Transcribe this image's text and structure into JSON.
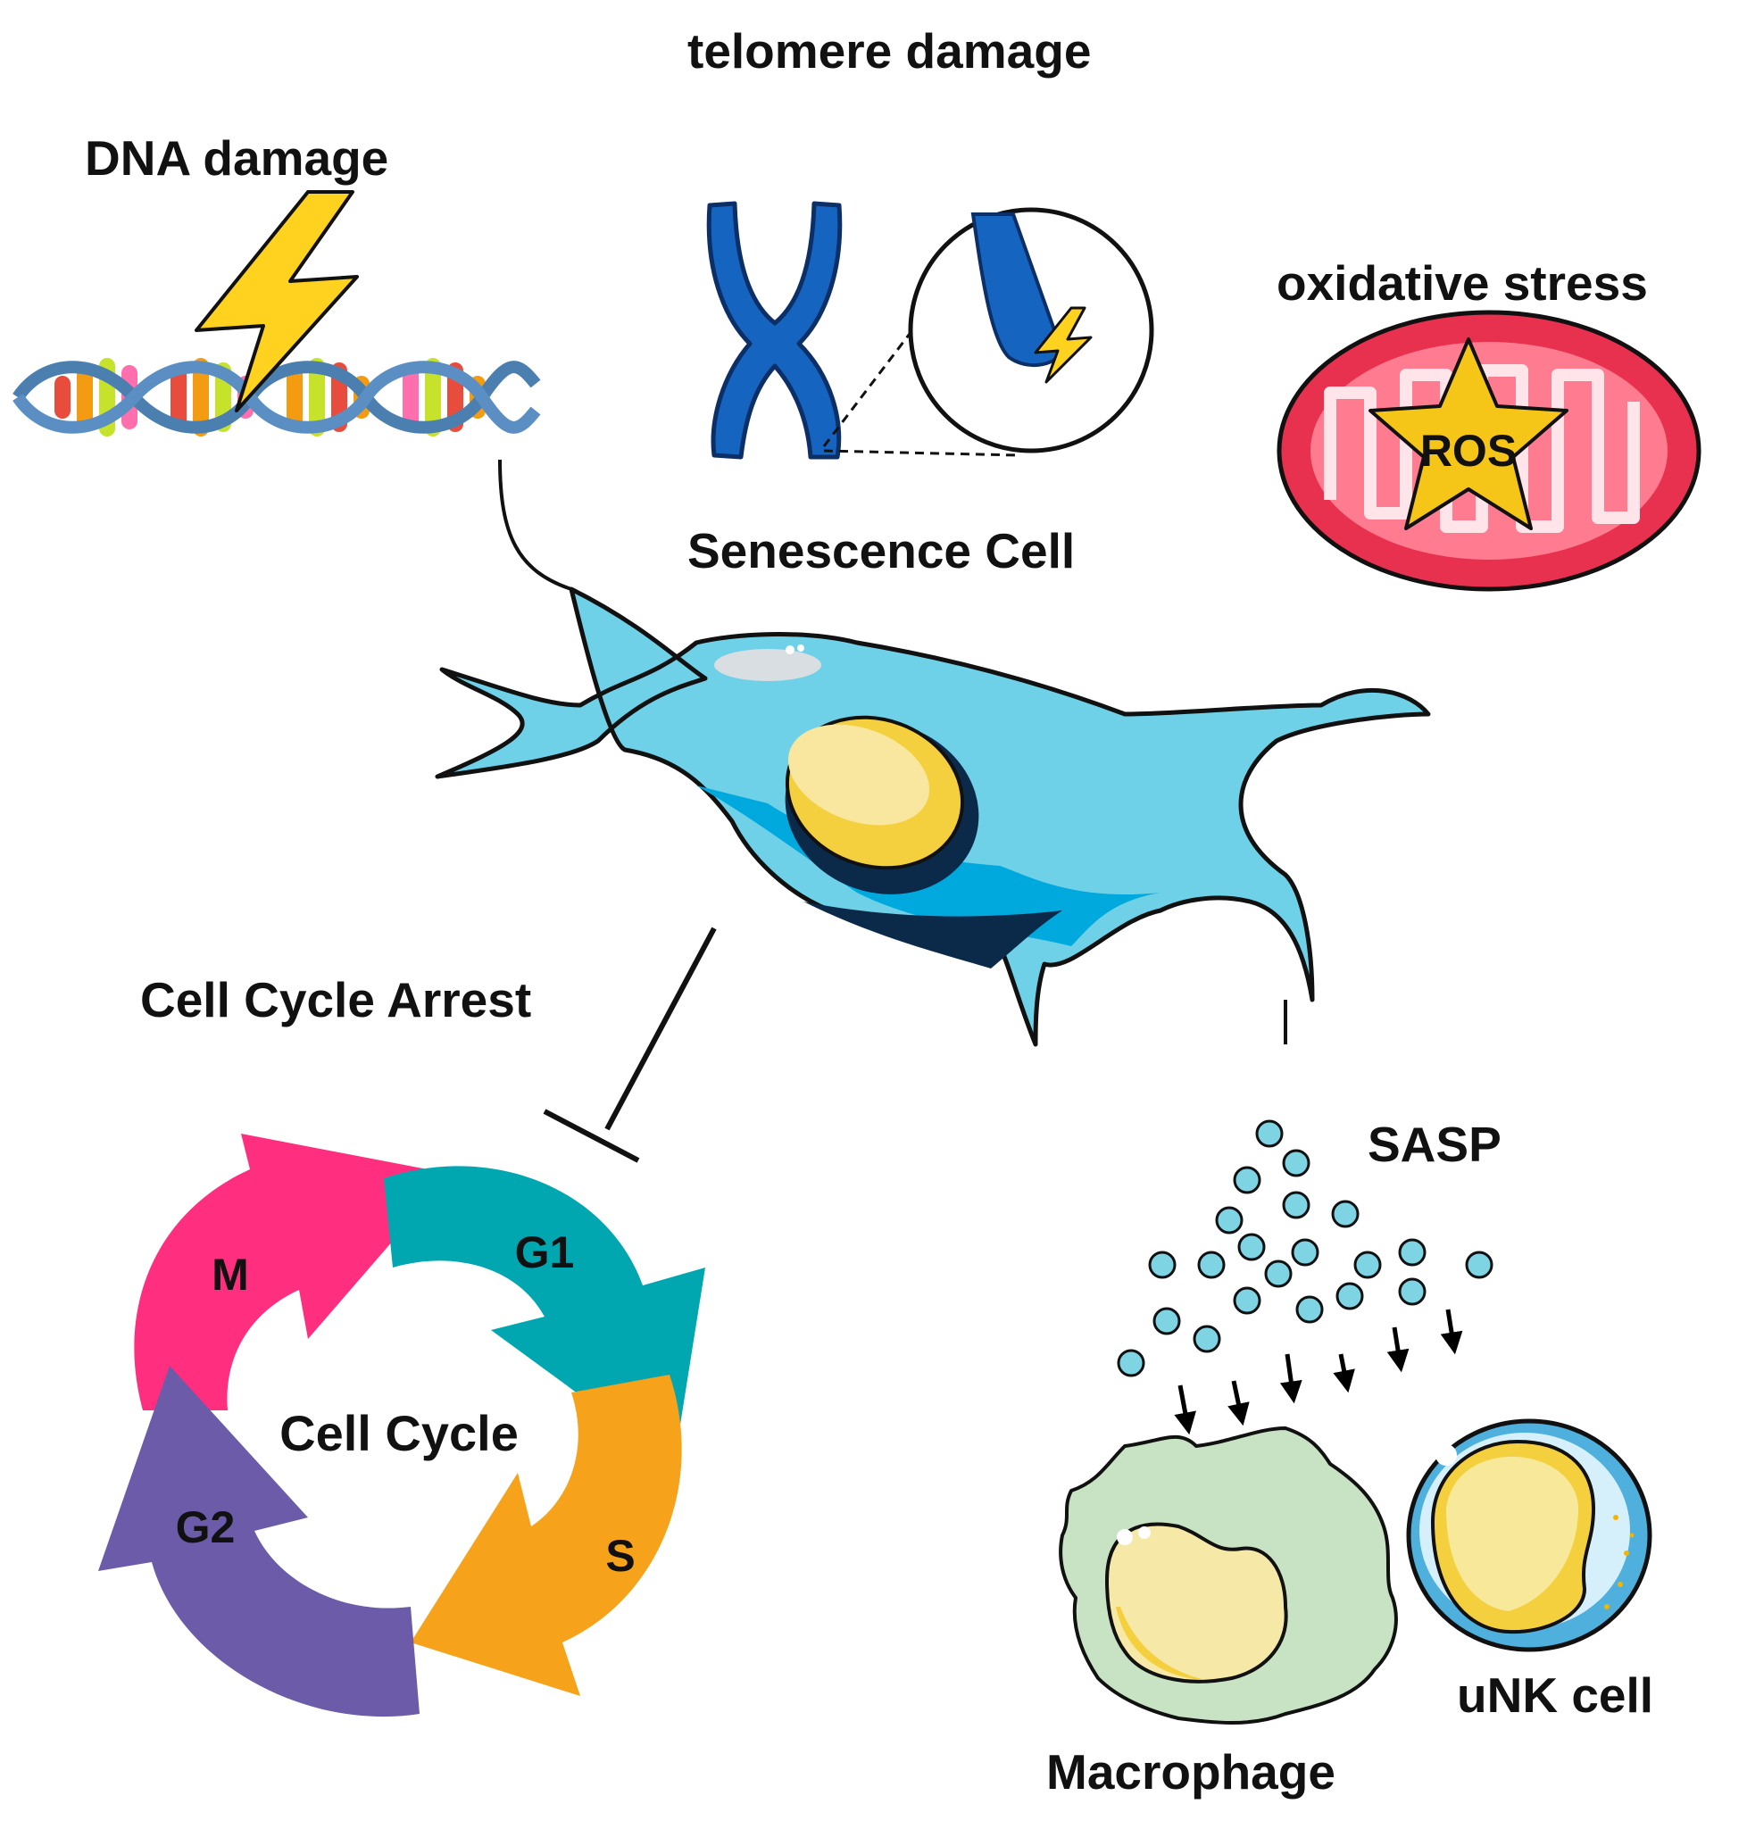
{
  "labels": {
    "telomere_damage": "telomere damage",
    "dna_damage": "DNA damage",
    "oxidative_stress": "oxidative stress",
    "ros": "ROS",
    "senescence_cell": "Senescence Cell",
    "cell_cycle_arrest": "Cell Cycle Arrest",
    "sasp": "SASP",
    "macrophage": "Macrophage",
    "unk_cell": "uNK cell"
  },
  "cell_cycle": {
    "title": "Cell Cycle",
    "phases": [
      {
        "label": "G1",
        "color": "#00a6b0"
      },
      {
        "label": "S",
        "color": "#f6a21b"
      },
      {
        "label": "G2",
        "color": "#6c5ba8"
      },
      {
        "label": "M",
        "color": "#ff2e7e"
      }
    ]
  },
  "colors": {
    "cell_body": "#6fd1e7",
    "cell_dark": "#00a9dd",
    "nucleus": "#f4d03f",
    "chromosome": "#1565c0",
    "mitochondrion": "#e8304f",
    "star": "#f5c518",
    "lightning": "#ffd21f",
    "sasp_dot": "#7fd4e4",
    "macrophage": "#c8e3c4",
    "unk_shell": "#4fb0dd"
  }
}
